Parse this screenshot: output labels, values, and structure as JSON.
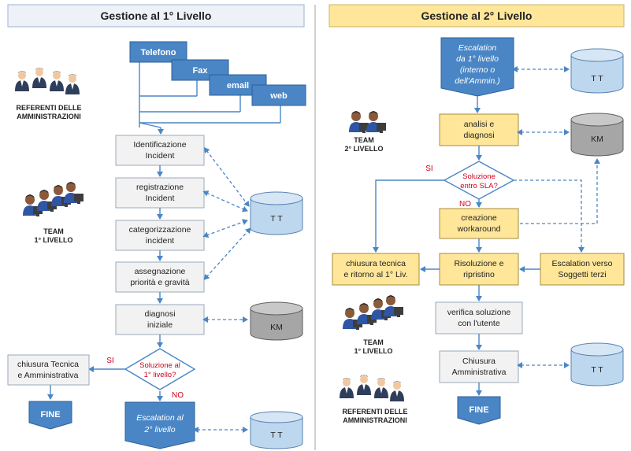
{
  "titles": {
    "left": "Gestione al 1° Livello",
    "right": "Gestione al 2° Livello"
  },
  "left": {
    "channels": [
      "Telefono",
      "Fax",
      "email",
      "web"
    ],
    "steps": {
      "identificazione": [
        "Identificazione",
        "Incident"
      ],
      "registrazione": [
        "registrazione",
        "Incident"
      ],
      "categorizzazione": [
        "categorizzazione",
        "incident"
      ],
      "assegnazione": [
        "assegnazione",
        "priorità e gravità"
      ],
      "diagnosi": [
        "diagnosi",
        "iniziale"
      ]
    },
    "decision": [
      "Soluzione al",
      "1° livello?"
    ],
    "yes": "SI",
    "no": "NO",
    "chiusura": [
      "chiusura Tecnica",
      "e Amministrativa"
    ],
    "fine": "FINE",
    "escalation": [
      "Escalation al",
      "2° livello"
    ],
    "tt1": "T T",
    "km": "KM",
    "tt2": "T T",
    "referenti": [
      "REFERENTI DELLE",
      "AMMINISTRAZIONI"
    ],
    "team": [
      "TEAM",
      "1° LIVELLO"
    ]
  },
  "right": {
    "escalation_in": [
      "Escalation",
      "da 1° livello",
      "(interno o",
      "dell'Ammin.)"
    ],
    "tt1": "T T",
    "km": "KM",
    "analisi": [
      "analisi e",
      "diagnosi"
    ],
    "decision": [
      "Soluzione",
      "entro SLA?"
    ],
    "yes": "SI",
    "no": "NO",
    "workaround": [
      "creazione",
      "workaround"
    ],
    "chiusura": [
      "chiusura tecnica",
      "e ritorno al 1° Liv."
    ],
    "risoluzione": [
      "Risoluzione e",
      "ripristino"
    ],
    "terzi": [
      "Escalation verso",
      "Soggetti terzi"
    ],
    "verifica": [
      "verifica soluzione",
      "con l'utente"
    ],
    "chiusura_amm": [
      "Chiusura",
      "Amministrativa"
    ],
    "tt2": "T T",
    "fine": "FINE",
    "team2": [
      "TEAM",
      "2° LIVELLO"
    ],
    "team1": [
      "TEAM",
      "1° LIVELLO"
    ],
    "referenti": [
      "REFERENTI DELLE",
      "AMMINISTRAZIONI"
    ]
  },
  "colors": {
    "blue": "#4a86c5",
    "blue_dark": "#2e5f99",
    "gray_box": "#f2f2f2",
    "yellow": "#ffe699",
    "title_left_bg": "#edf2f8",
    "title_right_bg": "#ffe699",
    "cyl_blue": "#bdd7ee",
    "cyl_gray": "#a6a6a6",
    "arrow": "#4a86c5",
    "red": "#d0021b"
  }
}
